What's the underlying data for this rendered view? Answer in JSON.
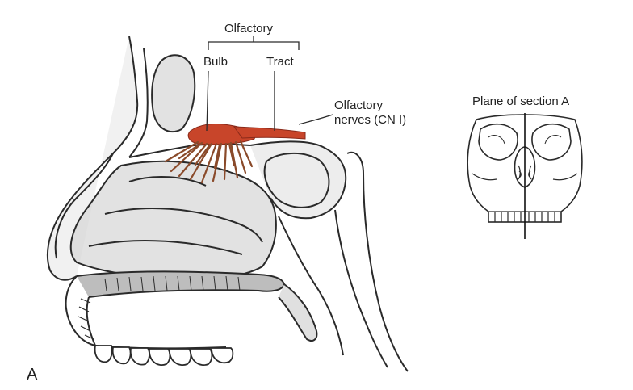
{
  "labels": {
    "olfactory": "Olfactory",
    "bulb": "Bulb",
    "tract": "Tract",
    "nerves_line1": "Olfactory",
    "nerves_line2": "nerves (CN I)",
    "plane_title": "Plane of section A",
    "panel_letter": "A"
  },
  "colors": {
    "bulb": "#c8452a",
    "tract": "#c8452a",
    "nerve_fibers": "#8a4a2a",
    "bone_fill": "#d6d6d6",
    "outline": "#2a2a2a"
  }
}
